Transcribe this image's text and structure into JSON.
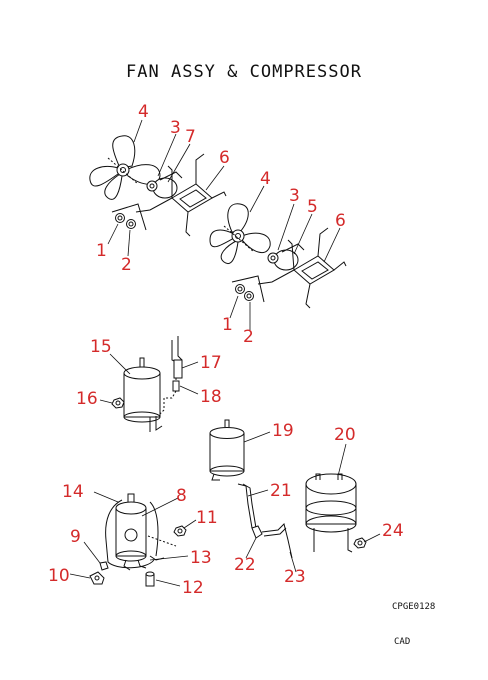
{
  "title": "FAN ASSY & COMPRESSOR",
  "drawing_code": "CPGE0128",
  "drawing_tag": "CAD",
  "callout_color": "#d42a2a",
  "line_color": "#111111",
  "callouts": [
    {
      "id": "c-4-a",
      "label": "4"
    },
    {
      "id": "c-3-a",
      "label": "3"
    },
    {
      "id": "c-7",
      "label": "7"
    },
    {
      "id": "c-6-a",
      "label": "6"
    },
    {
      "id": "c-1-a",
      "label": "1"
    },
    {
      "id": "c-2-a",
      "label": "2"
    },
    {
      "id": "c-4-b",
      "label": "4"
    },
    {
      "id": "c-3-b",
      "label": "3"
    },
    {
      "id": "c-5",
      "label": "5"
    },
    {
      "id": "c-6-b",
      "label": "6"
    },
    {
      "id": "c-1-b",
      "label": "1"
    },
    {
      "id": "c-2-b",
      "label": "2"
    },
    {
      "id": "c-15",
      "label": "15"
    },
    {
      "id": "c-17",
      "label": "17"
    },
    {
      "id": "c-16",
      "label": "16"
    },
    {
      "id": "c-18",
      "label": "18"
    },
    {
      "id": "c-19",
      "label": "19"
    },
    {
      "id": "c-20",
      "label": "20"
    },
    {
      "id": "c-14",
      "label": "14"
    },
    {
      "id": "c-8",
      "label": "8"
    },
    {
      "id": "c-11",
      "label": "11"
    },
    {
      "id": "c-21",
      "label": "21"
    },
    {
      "id": "c-9",
      "label": "9"
    },
    {
      "id": "c-24",
      "label": "24"
    },
    {
      "id": "c-13",
      "label": "13"
    },
    {
      "id": "c-10",
      "label": "10"
    },
    {
      "id": "c-12",
      "label": "12"
    },
    {
      "id": "c-22",
      "label": "22"
    },
    {
      "id": "c-23",
      "label": "23"
    }
  ]
}
